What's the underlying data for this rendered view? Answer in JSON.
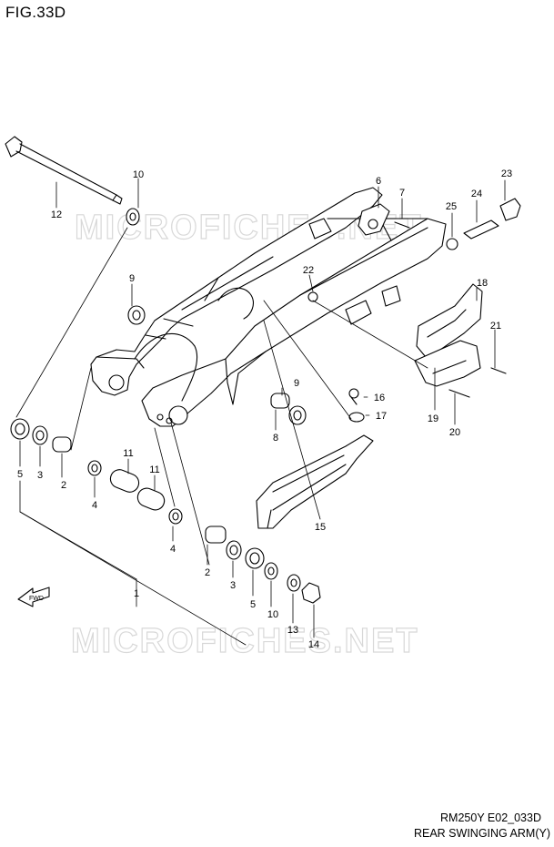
{
  "figure_id": "FIG.33D",
  "drawing_code": "RM250Y E02_033D",
  "drawing_title": "REAR SWINGING ARM(Y)",
  "fwd_label": "FWD",
  "watermark": "MICROFICHES.NET",
  "callouts": [
    {
      "id": "c1",
      "text": "1"
    },
    {
      "id": "c2a",
      "text": "2"
    },
    {
      "id": "c2b",
      "text": "2"
    },
    {
      "id": "c3a",
      "text": "3"
    },
    {
      "id": "c3b",
      "text": "3"
    },
    {
      "id": "c4a",
      "text": "4"
    },
    {
      "id": "c4b",
      "text": "4"
    },
    {
      "id": "c5a",
      "text": "5"
    },
    {
      "id": "c5b",
      "text": "5"
    },
    {
      "id": "c6",
      "text": "6"
    },
    {
      "id": "c7",
      "text": "7"
    },
    {
      "id": "c8",
      "text": "8"
    },
    {
      "id": "c9a",
      "text": "9"
    },
    {
      "id": "c9b",
      "text": "9"
    },
    {
      "id": "c10a",
      "text": "10"
    },
    {
      "id": "c10b",
      "text": "10"
    },
    {
      "id": "c11a",
      "text": "11"
    },
    {
      "id": "c11b",
      "text": "11"
    },
    {
      "id": "c12",
      "text": "12"
    },
    {
      "id": "c13",
      "text": "13"
    },
    {
      "id": "c14",
      "text": "14"
    },
    {
      "id": "c15",
      "text": "15"
    },
    {
      "id": "c16",
      "text": "16"
    },
    {
      "id": "c17",
      "text": "17"
    },
    {
      "id": "c18",
      "text": "18"
    },
    {
      "id": "c19",
      "text": "19"
    },
    {
      "id": "c20",
      "text": "20"
    },
    {
      "id": "c21",
      "text": "21"
    },
    {
      "id": "c22",
      "text": "22"
    },
    {
      "id": "c23",
      "text": "23"
    },
    {
      "id": "c24",
      "text": "24"
    },
    {
      "id": "c25",
      "text": "25"
    }
  ]
}
